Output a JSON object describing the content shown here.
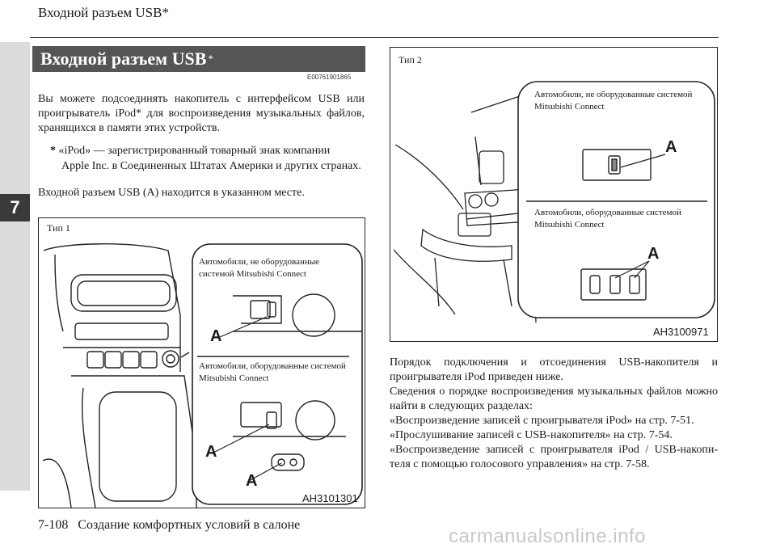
{
  "header": {
    "title": "Входной разъем USB*"
  },
  "chapter_tab": "7",
  "section": {
    "title": "Входной разъем USB",
    "title_mark": "*",
    "code": "E00761901865"
  },
  "intro_text": "Вы можете подсоединять накопитель с интерфейсом USB или проигрыватель iPod* для воспроизведения музыкальных файлов, хранящихся в памяти этих устройств.",
  "note": {
    "mark": "*",
    "line1": "«iPod» — зарегистрированный товарный знак компании",
    "line2": "Apple Inc. в Соединенных Штатах Америки и других странах."
  },
  "location_text": "Входной разъем USB (A) находится в указанном месте.",
  "figure1": {
    "type_label": "Тип 1",
    "callout_top": "Автомобили, не оборудованные системой Mitsubishi Connect",
    "callout_bottom": "Автомобили, оборудованные системой Mitsubishi Connect",
    "marker": "A",
    "code": "AH3101301"
  },
  "figure2": {
    "type_label": "Тип 2",
    "callout_top": "Автомобили, не оборудованные системой Mitsubishi Connect",
    "callout_bottom": "Автомобили, оборудованные системой Mitsubishi Connect",
    "marker": "A",
    "code": "AH3100971"
  },
  "procedure_text": [
    "Порядок подключения и отсоединения USB-накопителя и проигрывателя iPod приведен ниже.",
    "Сведения о порядке воспроизведения музыкальных файлов можно найти в следующих разделах:",
    "«Воспроизведение записей с проигрывателя iPod» на стр. 7-51.",
    "«Прослушивание записей с USB-накопителя» на стр. 7-54.",
    "«Воспроизведение записей с проигрывателя iPod / USB-накопи-теля с помощью голосового управления» на стр. 7-58."
  ],
  "footer": {
    "page": "7-108",
    "title": "Создание комфортных условий в салоне"
  },
  "watermark": "carmanualsonline.info"
}
